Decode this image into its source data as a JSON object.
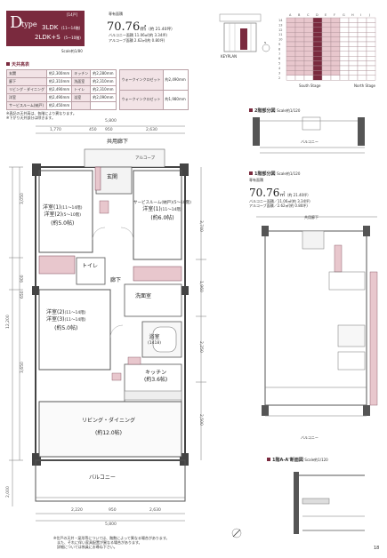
{
  "header": {
    "badge_type": "D",
    "badge_type_word": "type",
    "badge_units": "[14戸]",
    "layout_main": "3LDK",
    "layout_main_floors": "(11～14階)",
    "layout_alt": "2LDK+S",
    "layout_alt_floors": "(5～10階)",
    "scale": "Scale約1/80",
    "area_label": "専有面積",
    "area_value": "70.76",
    "area_unit": "㎡",
    "area_tsubo": "（約 21.40坪）",
    "balcony_label": "バルコニー面積",
    "balcony_value": "11.06㎡(約 3.34坪)",
    "alcove_label": "アルコーブ面積",
    "alcove_value": "2.62㎡(約 0.80坪)"
  },
  "keyplan": {
    "title": "KEYPLAN"
  },
  "floor_chart": {
    "south_label": "South Stage",
    "north_label": "North Stage",
    "col_headers": [
      "A",
      "B",
      "C",
      "D",
      "E",
      "F",
      "G",
      "H",
      "I",
      "J"
    ],
    "rows": [
      "14",
      "13",
      "12",
      "11",
      "10",
      "9",
      "8",
      "7",
      "6",
      "5",
      "4",
      "3",
      "2"
    ]
  },
  "ceiling": {
    "title": "天井高表",
    "rows": [
      {
        "room": "玄関",
        "value": "約2,300mm",
        "room2": "キッチン",
        "value2": "約2,280mm"
      },
      {
        "room": "廊下",
        "value": "約2,310mm",
        "room2": "洗面室",
        "value2": "約2,310mm"
      },
      {
        "room": "リビング・ダイニング",
        "value": "約2,490mm",
        "room2": "トイレ",
        "value2": "約2,310mm"
      },
      {
        "room": "洋室",
        "value": "約2,490mm",
        "room2": "浴室",
        "value2": "約2,090mm"
      },
      {
        "room": "サービスルーム(納戸)",
        "value": "約2,450mm",
        "room2": "",
        "value2": ""
      }
    ],
    "extra1_label": "ウォークインクロゼット",
    "extra1_value": "約2,490mm",
    "extra2_label": "ウォークインクロゼット",
    "extra2_value": "約1,980mm",
    "note1": "※表記の天井高は、各階により異なります。",
    "note2": "※下がり天井部分は除きます。"
  },
  "plan": {
    "dim_top_total": "5,800",
    "dim_top_1": "1,770",
    "dim_top_2": "450",
    "dim_top_3": "950",
    "dim_top_4": "2,630",
    "corridor": "共用廊下",
    "alcove": "アルコーブ",
    "entrance": "玄関",
    "room1": "洋室(1)",
    "room1_sub": "(11～14階)",
    "room2": "洋室(2)",
    "room2_sub": "(5～10階)",
    "room1_size": "(約5.0帖)",
    "service": "サービスルーム(納戸)",
    "service_sub": "(5～10階)",
    "service_room": "洋室(1)",
    "service_room_sub": "(11～14階)",
    "service_size": "(約6.0帖)",
    "hall": "廊下",
    "toilet": "トイレ",
    "washroom": "洗面室",
    "room3": "洋室(2)",
    "room3_sub": "(11～14階)",
    "room4": "洋室(3)",
    "room4_sub": "(11～14階)",
    "room3_size": "(約5.0帖)",
    "bath": "浴室",
    "bath_size": "(1418)",
    "kitchen": "キッチン",
    "kitchen_size": "(約3.6帖)",
    "living": "リビング・ダイニング",
    "living_size": "(約12.0帖)",
    "balcony": "バルコニー",
    "dim_left_1": "3,050",
    "dim_left_2": "900",
    "dim_left_3": "650",
    "dim_left_4": "3,650",
    "dim_left_total": "12,200",
    "dim_left_5": "2,000",
    "dim_right_1": "3,740",
    "dim_right_2": "1,960",
    "dim_right_3": "2,250",
    "dim_right_4": "2,500",
    "dim_bottom_1": "2,220",
    "dim_bottom_2": "950",
    "dim_bottom_3": "2,630",
    "dim_bottom_total": "5,800"
  },
  "section2": {
    "title": "2階部分図",
    "scale": "Scale約1/120",
    "balcony": "バルコニー"
  },
  "section1": {
    "title": "1階部分図",
    "scale": "Scale約1/120",
    "area_label": "専有面積",
    "area_value": "70.76",
    "area_unit": "㎡",
    "area_tsubo": "（約 21.40坪）",
    "balcony_value": "バルコニー面積／11.06㎡(約 3.34坪)",
    "alcove_value": "アルコーブ面積／2.62㎡(約 0.80坪)",
    "corridor": "共用廊下",
    "balcony": "バルコニー"
  },
  "sectionA": {
    "title": "1階A-A'断面図",
    "scale": "Scale約1/120"
  },
  "footer": {
    "note1": "※住戸の天井・梁形等については、階数によって異なる場合があります。",
    "note2": "また、それに伴い家具配置が異なる場合があります。",
    "note3": "詳細については係員にお尋ね下さい。",
    "page": "18"
  },
  "colors": {
    "accent": "#7a2a3e",
    "accent_light": "#e8c7cd"
  }
}
